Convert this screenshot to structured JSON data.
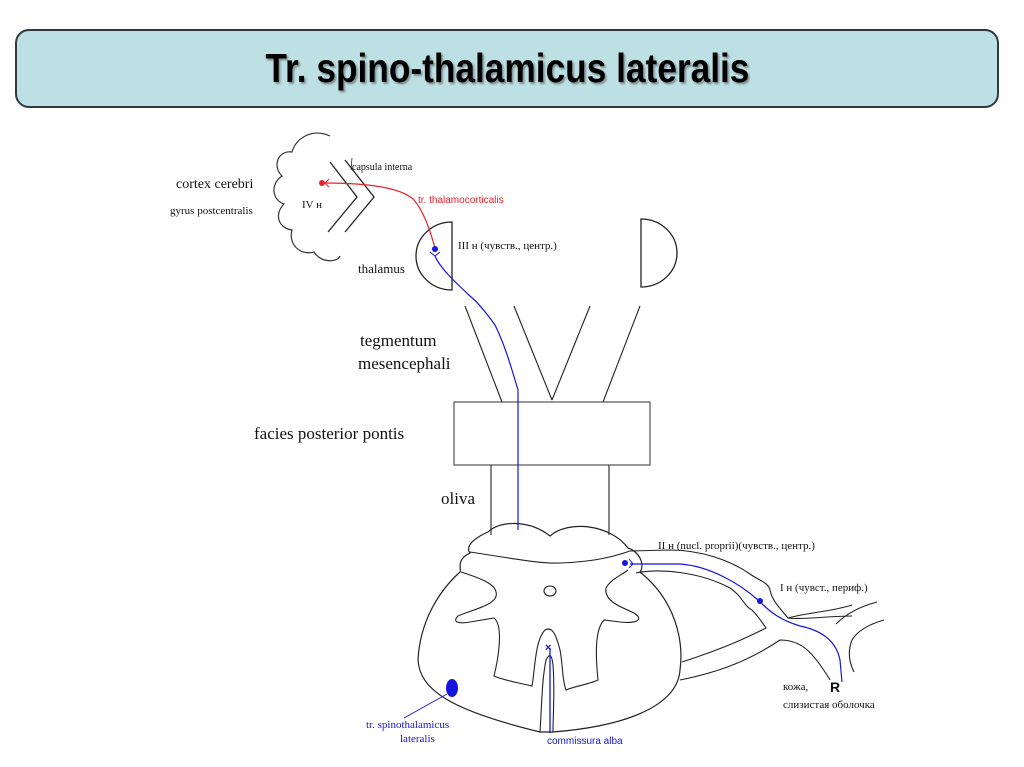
{
  "title": "Tr. spino-thalamicus lateralis",
  "colors": {
    "title_bg": "#bde0e4",
    "outline": "#333333",
    "tract_red": "#e8202a",
    "tract_blue": "#1515dd"
  },
  "labels": {
    "cortex": "cortex cerebri",
    "gyrus": "gyrus postcentralis",
    "neuron4": "IV н",
    "capsula": "capsula interna",
    "thalamocortical": "tr. thalamocorticalis",
    "neuron3": "III н (чувств., центр.)",
    "thalamus": "thalamus",
    "tegmentum_1": "tegmentum",
    "tegmentum_2": "mesencephali",
    "pons": "facies posterior pontis",
    "oliva": "oliva",
    "neuron2": "II н (nucl. proprii)(чувств., центр.)",
    "neuron1": "I н (чувст., периф.)",
    "receptor": "R",
    "skin_1": "кожа,",
    "skin_2": "слизистая  оболочка",
    "tract_1": "tr. spinothalamicus",
    "tract_2": "lateralis",
    "commissura": "commissura alba"
  }
}
